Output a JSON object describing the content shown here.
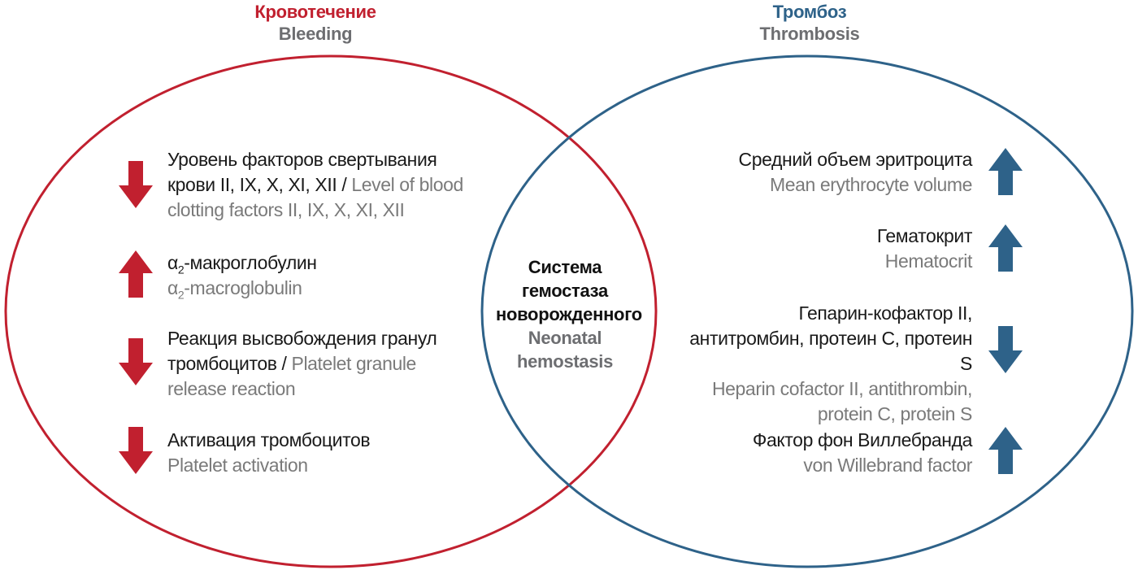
{
  "colors": {
    "bleeding": "#c1202f",
    "thrombosis": "#2e6289",
    "english_text": "#7a7a7a"
  },
  "bleeding": {
    "title_ru": "Кровотечение",
    "title_en": "Bleeding",
    "items": [
      {
        "arrow": "down",
        "ru": "Уровень факторов свертывания крови II, IX, X, XI, XII / ",
        "en": "Level of blood clotting factors II, IX, X, XI, XII"
      },
      {
        "arrow": "up",
        "ru_prefix": "α",
        "ru_sub": "2",
        "ru": "-макроглобулин",
        "en_prefix": "α",
        "en_sub": "2",
        "en": "-macroglobulin"
      },
      {
        "arrow": "down",
        "ru": "Реакция высвобождения гранул тромбоцитов / ",
        "en": "Platelet granule release reaction"
      },
      {
        "arrow": "down",
        "ru": "Активация тромбоцитов",
        "en": "Platelet activation"
      }
    ]
  },
  "thrombosis": {
    "title_ru": "Тромбоз",
    "title_en": "Thrombosis",
    "items": [
      {
        "arrow": "up",
        "ru": "Средний объем эритроцита",
        "en": "Mean erythrocyte volume"
      },
      {
        "arrow": "up",
        "ru": "Гематокрит",
        "en": "Hematocrit"
      },
      {
        "arrow": "down",
        "ru": "Гепарин-кофактор II, антитромбин, протеин С, протеин S",
        "en": "Heparin cofactor II, antithrombin, protein C, protein S"
      },
      {
        "arrow": "up",
        "ru": "Фактор фон Виллебранда",
        "en": "von Willebrand factor"
      }
    ]
  },
  "center": {
    "ru": "Система гемостаза новорожденного",
    "en": "Neonatal hemostasis"
  }
}
